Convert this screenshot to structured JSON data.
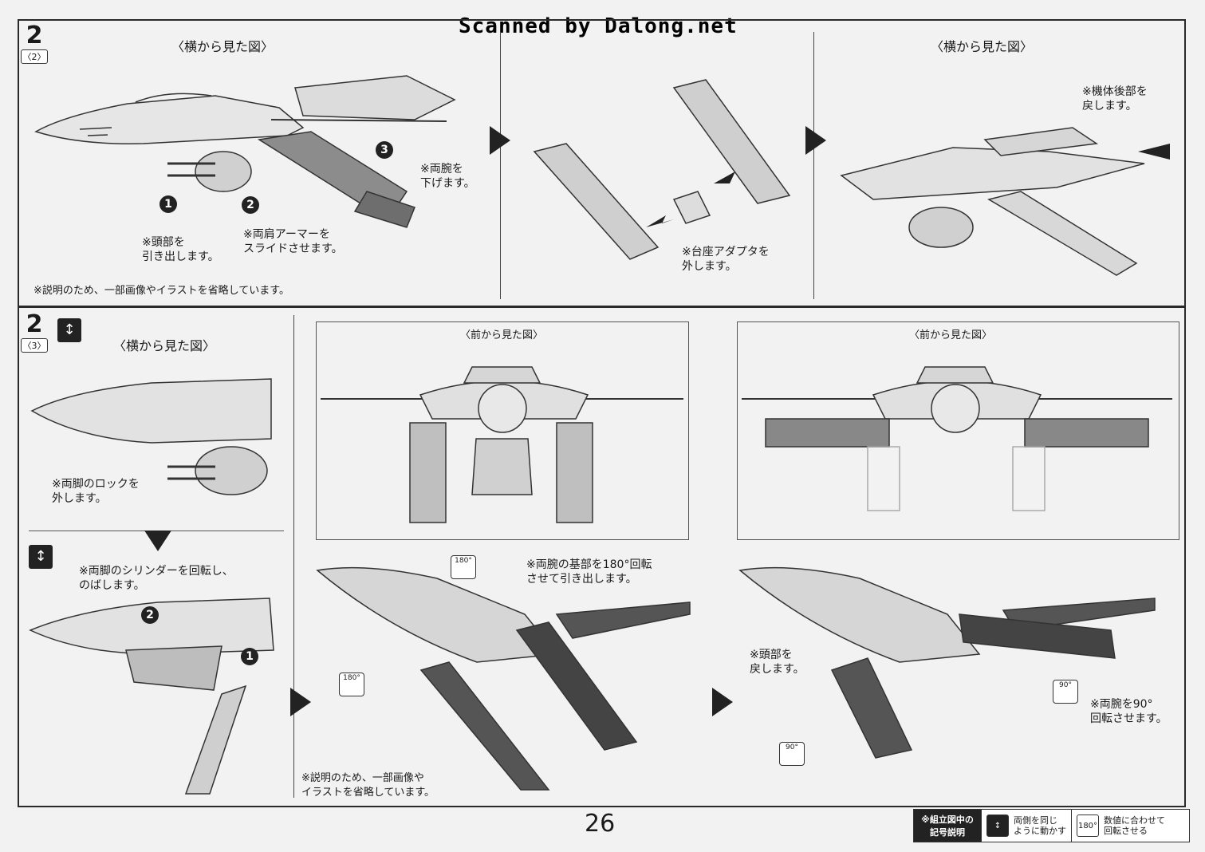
{
  "banner": "Scanned by Dalong.net",
  "page_number": "26",
  "step_top": {
    "number": "2",
    "sub": "〈2〉"
  },
  "step_bottom": {
    "number": "2",
    "sub": "〈3〉"
  },
  "top_left": {
    "view_title": "〈横から見た図〉",
    "callout_head": "※頭部を\n引き出します。",
    "callout_shoulder": "※両肩アーマーを\nスライドさせます。",
    "callout_arms": "※両腕を\n下げます。",
    "note": "※説明のため、一部画像やイラストを省略しています。",
    "markers": [
      "1",
      "2",
      "3"
    ]
  },
  "top_mid": {
    "callout_adapter": "※台座アダプタを\n外します。"
  },
  "top_right": {
    "view_title": "〈横から見た図〉",
    "callout_rear": "※機体後部を\n戻します。"
  },
  "bottom_left": {
    "view_title": "〈横から見た図〉",
    "callout_lock": "※両脚のロックを\n外します。",
    "callout_cylinder": "※両脚のシリンダーを回転し、\nのばします。",
    "markers": [
      "1",
      "2"
    ]
  },
  "bottom_mid": {
    "inset_title": "〈前から見た図〉",
    "callout_base": "※両腕の基部を180°回転\nさせて引き出します。",
    "note": "※説明のため、一部画像や\nイラストを省略しています。",
    "rot_badge": "180°"
  },
  "bottom_right": {
    "inset_title": "〈前から見た図〉",
    "callout_head": "※頭部を\n戻します。",
    "callout_arms": "※両腕を90°\n回転させます。",
    "rot_badge": "90°"
  },
  "legend": {
    "title": "※組立図中の\n記号説明",
    "items": [
      {
        "icon": "mirror-icon",
        "text": "両側を同じ\nように動かす"
      },
      {
        "icon": "rotate-icon",
        "badge": "180°",
        "text": "数値に合わせて\n回転させる"
      }
    ]
  },
  "colors": {
    "line": "#2a2a2a",
    "paper": "#f2f2f2",
    "shade": "#555555"
  }
}
